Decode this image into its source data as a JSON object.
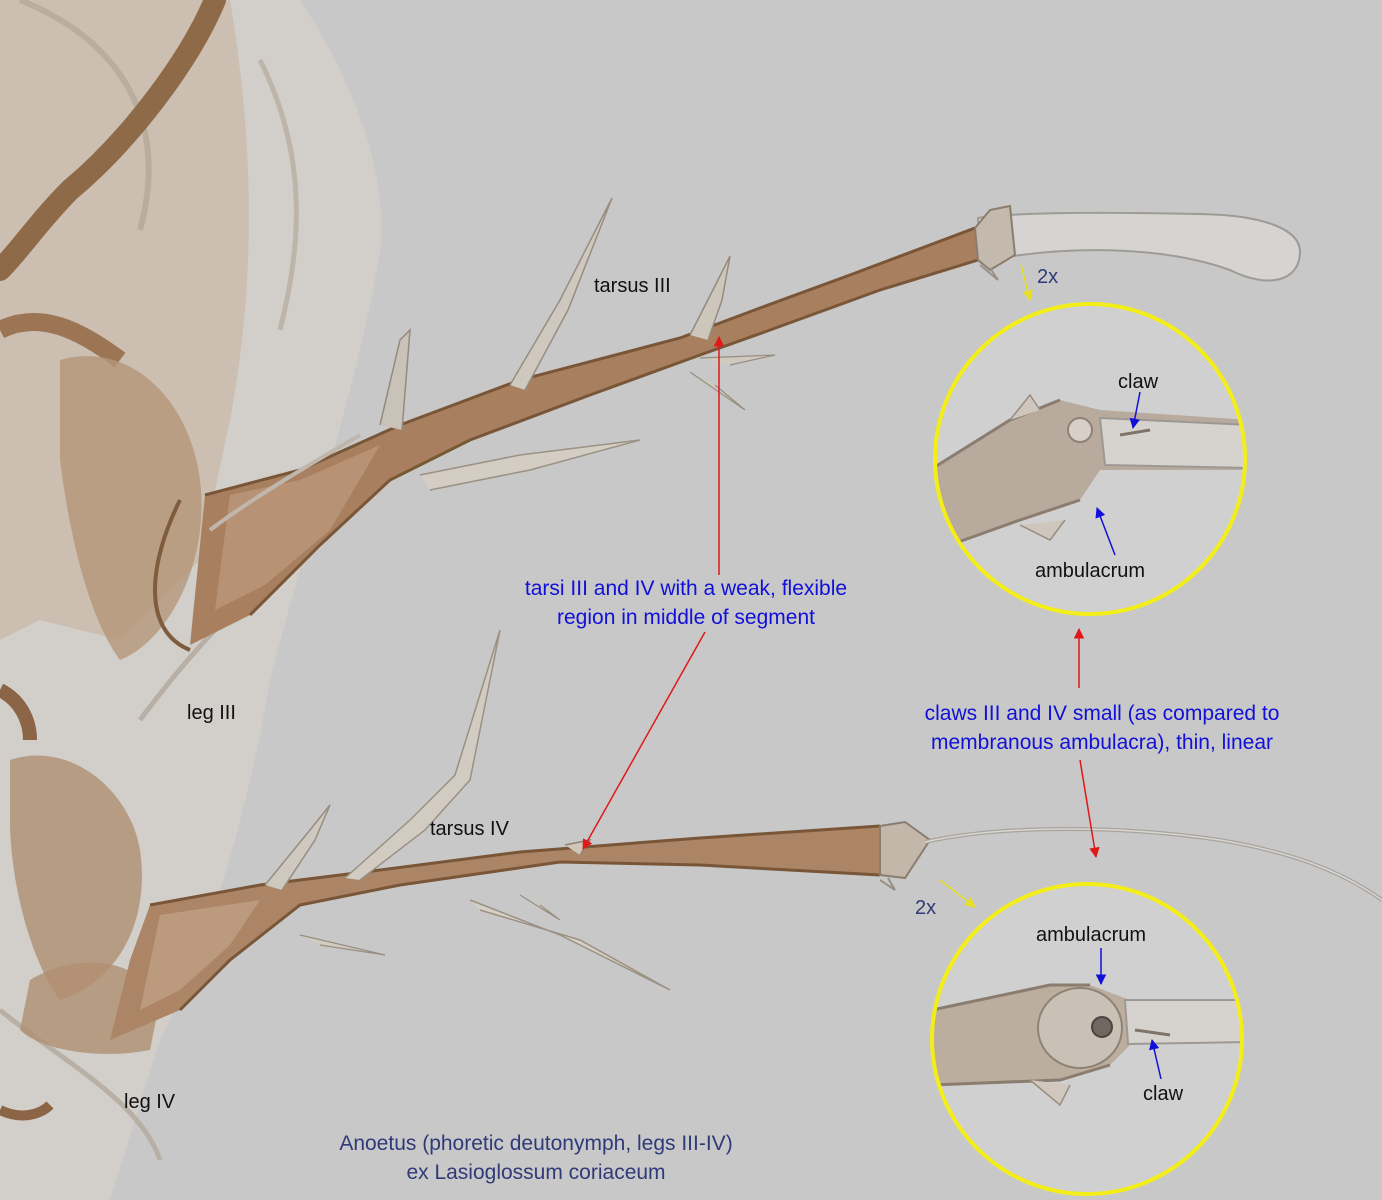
{
  "labels": {
    "tarsus_iii": "tarsus III",
    "tarsus_iv": "tarsus IV",
    "leg_iii": "leg III",
    "leg_iv": "leg IV",
    "claw_top": "claw",
    "ambulacrum_top": "ambulacrum",
    "ambulacrum_bottom": "ambulacrum",
    "claw_bottom": "claw",
    "mag_top": "2x",
    "mag_bottom": "2x"
  },
  "annotations": {
    "flexible_region": {
      "line1": "tarsi III and IV with a weak, flexible",
      "line2": "region in middle of segment"
    },
    "claws_note": {
      "line1": "claws III and IV small (as compared to",
      "line2": "membranous ambulacra), thin, linear"
    }
  },
  "caption": {
    "line1": "Anoetus (phoretic deutonymph, legs III-IV)",
    "line2": "ex Lasioglossum coriaceum"
  },
  "colors": {
    "background": "#c8c8c8",
    "specimen_brown": "#a4795a",
    "circle_outline": "#f4ee18",
    "annotation_blue": "#1010d8",
    "caption_navy": "#303a78",
    "pointer_red": "#e01818",
    "pointer_blue": "#1010d8",
    "pointer_yellow": "#e8e020"
  }
}
